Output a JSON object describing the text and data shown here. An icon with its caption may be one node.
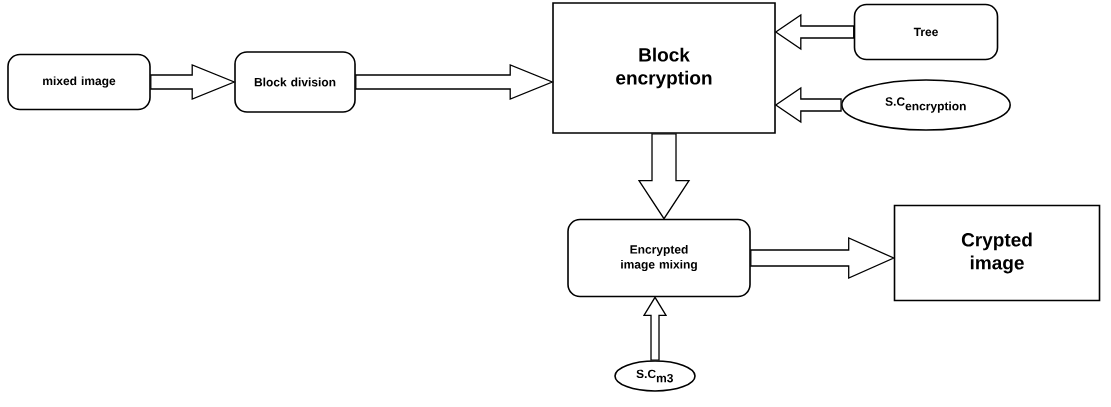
{
  "diagram": {
    "nodes": [
      {
        "text": [
          "mixed image"
        ]
      },
      {
        "text": [
          "Block division"
        ]
      },
      {
        "text": [
          "Block encryption"
        ]
      },
      {
        "text": [
          "Tree"
        ]
      },
      {
        "text": [
          "\\textbf{S.C}_{\\textbf{encryption}}"
        ]
      },
      {
        "text": [
          "Encrypted image mixing"
        ]
      },
      {
        "text": [
          "Crypted image"
        ]
      },
      {
        "text": [
          "\\textbf{S.C}_{\\textbf{m3}}"
        ]
      }
    ],
    "edges": [
      {
        "from": 0,
        "to": 1,
        "arrow": "to"
      },
      {
        "from": 1,
        "to": 2,
        "arrow": "to"
      },
      {
        "from": 3,
        "to": 2,
        "arrow": "to"
      },
      {
        "from": 4,
        "to": 2,
        "arrow": "to"
      },
      {
        "from": 2,
        "to": 5,
        "arrow": "to"
      },
      {
        "from": 5,
        "to": 6,
        "arrow": "to"
      },
      {
        "from": 7,
        "to": 5,
        "arrow": "to"
      }
    ]
  }
}
